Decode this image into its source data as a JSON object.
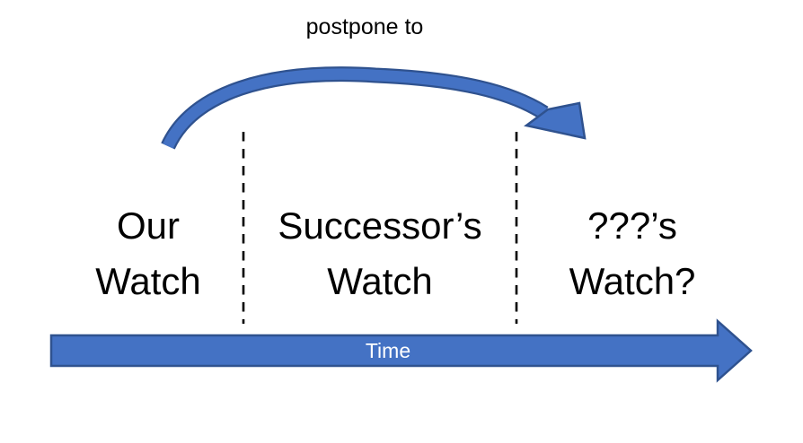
{
  "diagram": {
    "postpone_label": "postpone to",
    "sections": [
      {
        "line1": "Our",
        "line2": "Watch"
      },
      {
        "line1": "Successor’s",
        "line2": "Watch"
      },
      {
        "line1": "???’s",
        "line2": "Watch?"
      }
    ],
    "timeline_label": "Time",
    "colors": {
      "arrow_fill": "#4472C4",
      "arrow_stroke": "#2F528F",
      "dash_line": "#000000",
      "label_text": "#000000",
      "timeline_text": "#FFFFFF"
    }
  }
}
